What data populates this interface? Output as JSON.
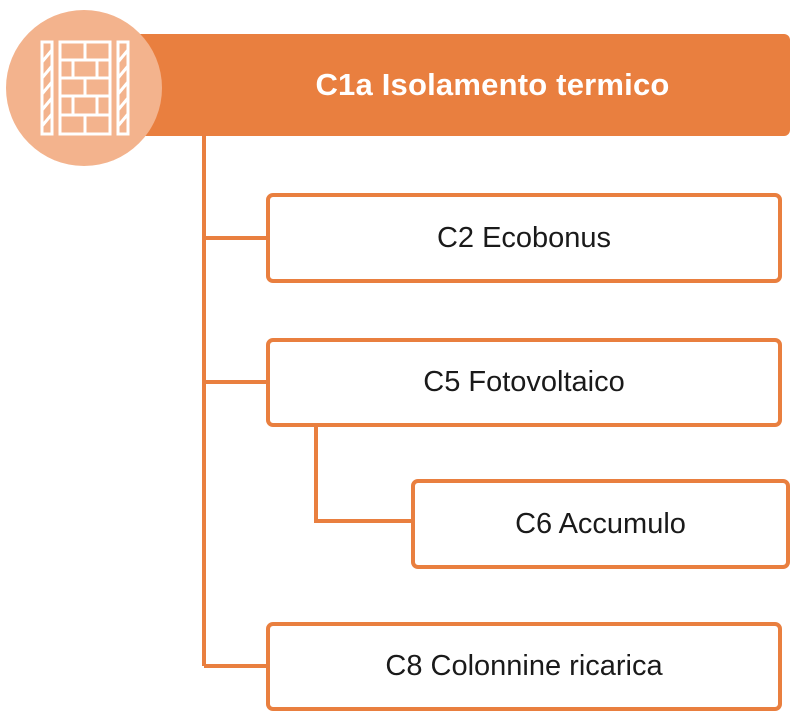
{
  "header": {
    "title": "C1a Isolamento termico",
    "icon": "brick-wall-icon"
  },
  "nodes": {
    "c2": "C2 Ecobonus",
    "c5": "C5 Fotovoltaico",
    "c6": "C6 Accumulo",
    "c8": "C8 Colonnine ricarica"
  },
  "colors": {
    "accent": "#e97f3f",
    "icon_circle": "#f3b38d",
    "header_text": "#ffffff",
    "node_text": "#1a1a1a"
  }
}
